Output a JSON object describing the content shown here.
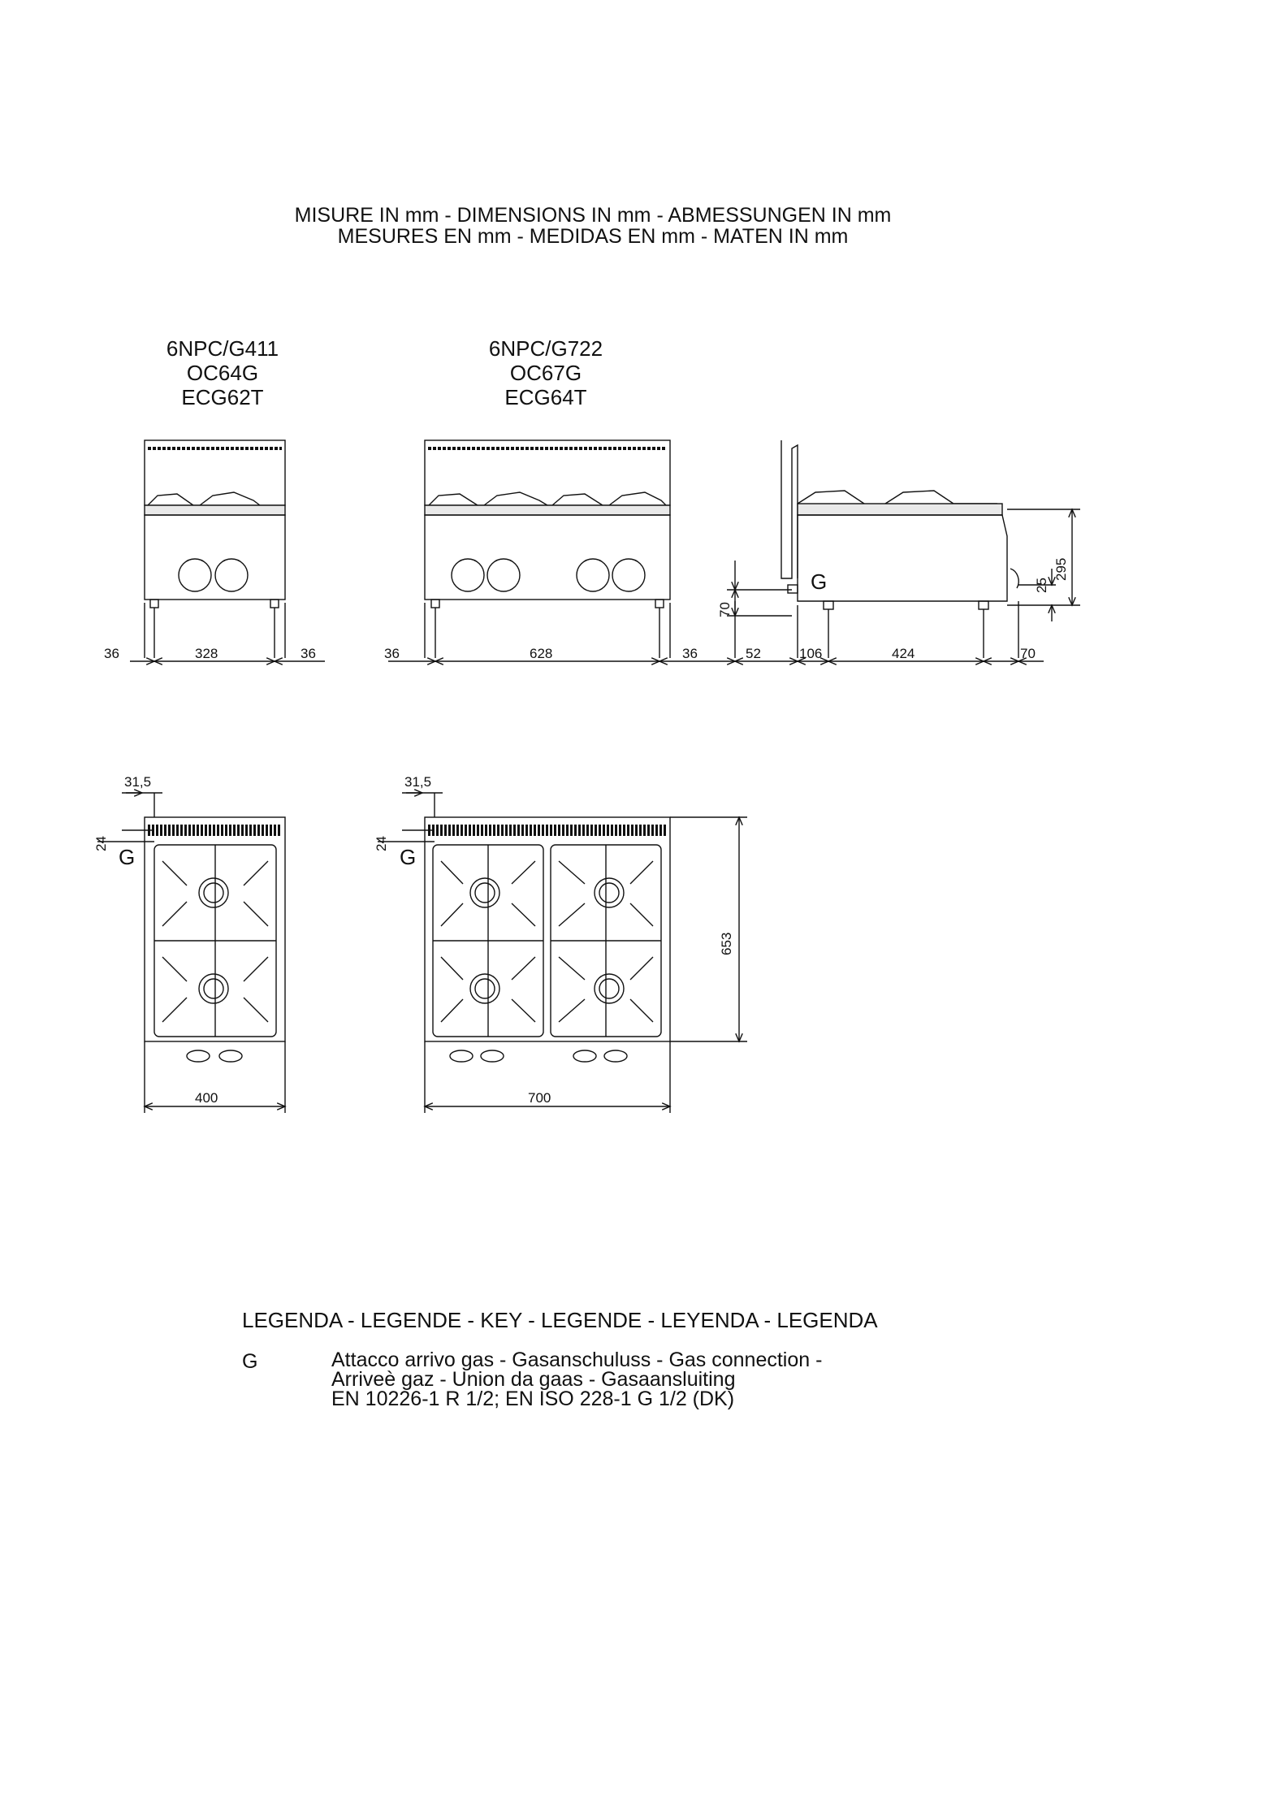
{
  "header": {
    "line1": "MISURE IN mm - DIMENSIONS IN mm - ABMESSUNGEN IN mm",
    "line2": "MESURES EN mm - MEDIDAS EN mm - MATEN IN mm"
  },
  "models": {
    "small": [
      "6NPC/G411",
      "OC64G",
      "ECG62T"
    ],
    "large": [
      "6NPC/G722",
      "OC67G",
      "ECG64T"
    ]
  },
  "dimensions": {
    "front_small": {
      "left": "36",
      "center": "328",
      "right": "36"
    },
    "front_large": {
      "left": "36",
      "center": "628",
      "right": "36"
    },
    "side": {
      "d52": "52",
      "d106": "106",
      "d424": "424",
      "d70": "70",
      "h70": "70",
      "h25": "25",
      "h295": "295"
    },
    "top_small": {
      "offset": "31,5",
      "depth_offset": "24",
      "width": "400"
    },
    "top_large": {
      "offset": "31,5",
      "depth_offset": "24",
      "width": "700",
      "depth": "653"
    },
    "gas_label": "G"
  },
  "legend": {
    "title": "LEGENDA - LEGENDE - KEY - LEGENDE - LEYENDA - LEGENDA",
    "key": "G",
    "lines": [
      "Attacco arrivo gas - Gasanschuluss - Gas connection -",
      "Arriveè gaz - Union da gaas - Gasaansluiting",
      "EN 10226-1 R 1/2; EN ISO 228-1 G 1/2 (DK)"
    ]
  }
}
